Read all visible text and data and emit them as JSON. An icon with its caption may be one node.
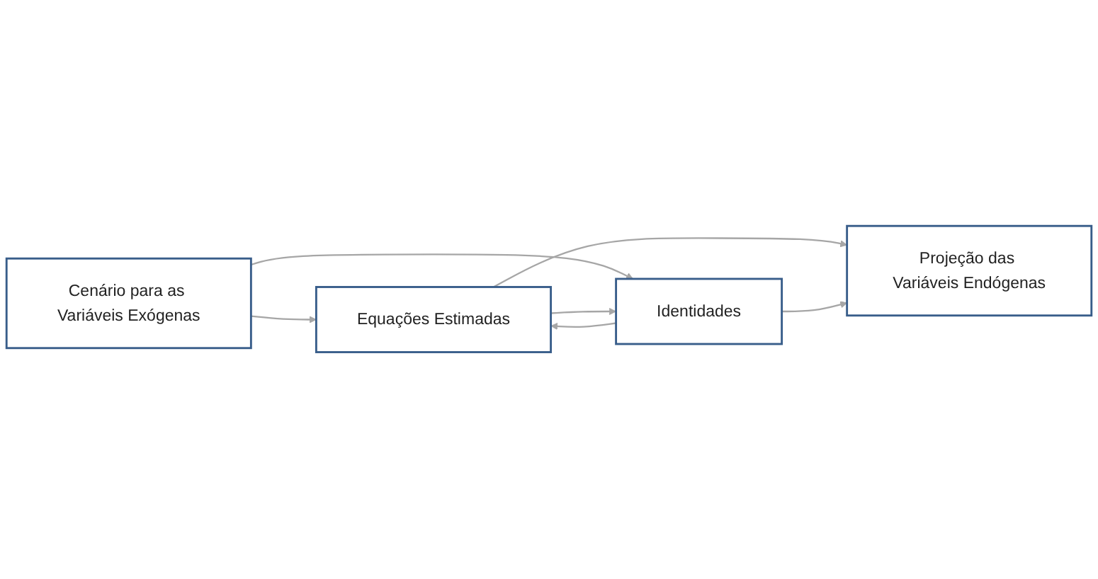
{
  "diagram": {
    "nodes": [
      {
        "text": [
          "Cenário para as Variáveis Exógenas"
        ]
      },
      {
        "text": [
          "Equações Estimadas"
        ]
      },
      {
        "text": [
          "Identidades"
        ]
      },
      {
        "text": [
          "Projeção das Variáveis Endógenas"
        ]
      }
    ],
    "edges": [
      {
        "from": 0,
        "to": 1,
        "arrow": "to"
      },
      {
        "from": 0,
        "to": 2,
        "arrow": "to"
      },
      {
        "from": 1,
        "to": 2,
        "arrow": "to"
      },
      {
        "from": 2,
        "to": 1,
        "arrow": "to"
      },
      {
        "from": 1,
        "to": 3,
        "arrow": "to"
      },
      {
        "from": 2,
        "to": 3,
        "arrow": "to"
      }
    ]
  }
}
